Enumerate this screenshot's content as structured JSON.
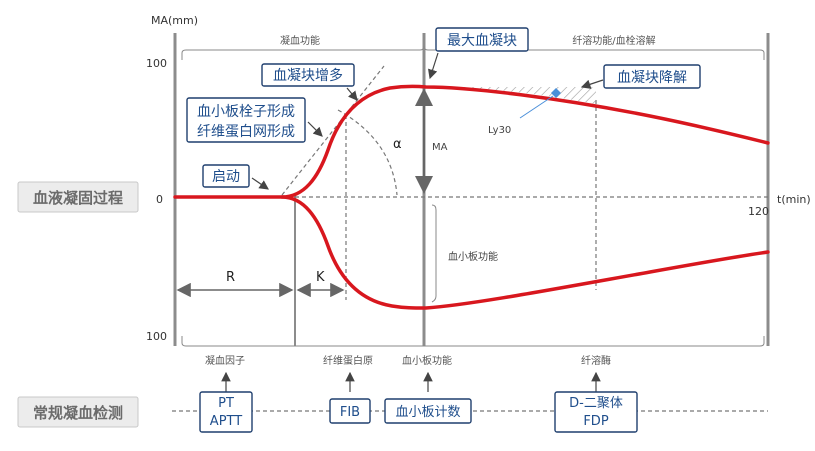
{
  "axis": {
    "y_label": "MA(mm)",
    "y_top": "100",
    "y_mid": "0",
    "y_bottom": "100",
    "x_label": "t(min)",
    "x_end": "120"
  },
  "phases": {
    "coagulation_function": "凝血功能",
    "fibrinolysis_function": "纤溶功能/血栓溶解"
  },
  "callouts": {
    "start": "启动",
    "platelet_plug_line1": "血小板栓子形成",
    "platelet_plug_line2": "纤维蛋白网形成",
    "clot_increase": "血凝块增多",
    "max_clot": "最大血凝块",
    "clot_decrease": "血凝块降解"
  },
  "labels": {
    "alpha": "α",
    "ma": "MA",
    "ly30": "Ly30",
    "platelet_function": "血小板功能",
    "r": "R",
    "k": "K"
  },
  "factors": {
    "coag_factor": "凝血因子",
    "fibrinogen": "纤维蛋白原",
    "platelet_function": "血小板功能",
    "fibrinolytic_enzyme": "纤溶酶"
  },
  "tests": {
    "pt": "PT",
    "aptt": "APTT",
    "fib": "FIB",
    "platelet_count": "血小板计数",
    "d_dimer": "D-二聚体",
    "fdp": "FDP"
  },
  "side_labels": {
    "clotting_process": "血液凝固过程",
    "routine_tests": "常规凝血检测"
  },
  "colors": {
    "curve": "#d8171e",
    "callout_text": "#1f4e8c",
    "box_border": "#1f3f6e",
    "frame": "#8c8c8c",
    "marker": "#4a90d9"
  }
}
